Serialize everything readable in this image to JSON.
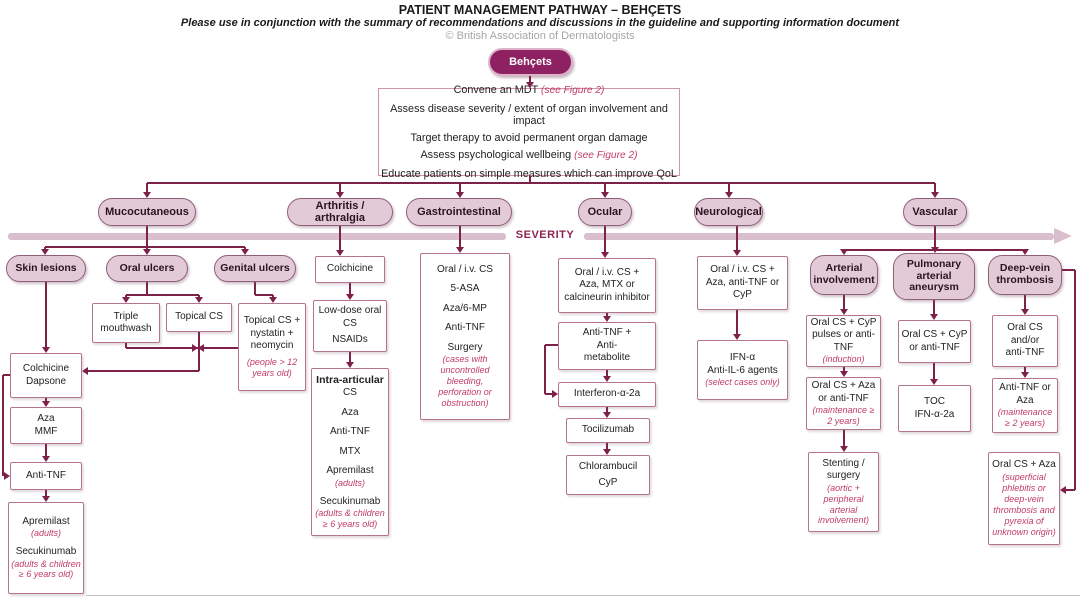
{
  "header": {
    "title": "PATIENT MANAGEMENT PATHWAY – BEHÇETS",
    "subtitle": "Please use in conjunction with the summary of recommendations and discussions in the guideline and supporting information document",
    "copyright": "© British Association of Dermatologists"
  },
  "root": {
    "label": "Behçets"
  },
  "mdt": {
    "line1": "Convene an MDT",
    "line1_note": "(see Figure 2)",
    "line2": "Assess disease severity / extent of organ involvement and impact",
    "line3": "Target therapy to avoid permanent organ damage",
    "line4": "Assess psychological wellbeing",
    "line4_note": "(see Figure 2)",
    "line5": "Educate patients on simple measures which can improve QoL"
  },
  "severity_label": "SEVERITY",
  "categories": {
    "mucocutaneous": "Mucocutaneous",
    "arthritis": "Arthritis / arthralgia",
    "gastrointestinal": "Gastrointestinal",
    "ocular": "Ocular",
    "neurological": "Neurological",
    "vascular": "Vascular"
  },
  "mucocutaneous": {
    "skin_pill": "Skin lesions",
    "oral_pill": "Oral ulcers",
    "genital_pill": "Genital ulcers",
    "triple_mouthwash": "Triple mouthwash",
    "topical_cs": "Topical CS",
    "topical_nystatin": "Topical CS + nystatin + neomycin",
    "topical_nystatin_note": "(people > 12 years old)",
    "colchicine": "Colchicine",
    "dapsone": "Dapsone",
    "aza": "Aza",
    "mmf": "MMF",
    "anti_tnf": "Anti-TNF",
    "apremilast": "Apremilast",
    "apremilast_note": "(adults)",
    "secukinumab": "Secukinumab",
    "secukinumab_note": "(adults & children ≥ 6 years old)"
  },
  "arthritis": {
    "colchicine": "Colchicine",
    "low_dose": "Low-dose oral CS",
    "nsaids": "NSAIDs",
    "intra_title": "Intra-articular",
    "intra_cs": "CS",
    "aza": "Aza",
    "anti_tnf": "Anti-TNF",
    "mtx": "MTX",
    "apremilast": "Apremilast",
    "apremilast_note": "(adults)",
    "secukinumab": "Secukinumab",
    "secukinumab_note": "(adults & children ≥ 6 years old)"
  },
  "gastrointestinal": {
    "item1": "Oral / i.v. CS",
    "item2": "5-ASA",
    "item3": "Aza/6-MP",
    "item4": "Anti-TNF",
    "item5": "Surgery",
    "note": "(cases with uncontrolled bleeding, perforation or obstruction)"
  },
  "ocular": {
    "step1": "Oral / i.v. CS + Aza, MTX or calcineurin inhibitor",
    "step2": "Anti-TNF + Anti-metabolite",
    "step3": "Interferon-α-2a",
    "step4": "Tocilizumab",
    "step5a": "Chlorambucil",
    "step5b": "CyP"
  },
  "neurological": {
    "step1": "Oral / i.v. CS + Aza, anti-TNF or CyP",
    "step2a": "IFN-α",
    "step2b": "Anti-IL-6 agents",
    "step2_note": "(select cases only)"
  },
  "vascular": {
    "arterial_pill": "Arterial involvement",
    "pulmonary_pill": "Pulmonary arterial aneurysm",
    "dvt_pill": "Deep-vein thrombosis",
    "arterial_step1": "Oral CS + CyP pulses or anti-TNF",
    "arterial_step1_note": "(induction)",
    "arterial_step2": "Oral CS + Aza or anti-TNF",
    "arterial_step2_note": "(maintenance ≥ 2 years)",
    "arterial_step3": "Stenting / surgery",
    "arterial_step3_note": "(aortic + peripheral arterial involvement)",
    "pulmonary_step1": "Oral CS + CyP or anti-TNF",
    "pulmonary_step2a": "TOC",
    "pulmonary_step2b": "IFN-α-2a",
    "dvt_step1": "Oral CS and/or anti-TNF",
    "dvt_step2": "Anti-TNF or Aza",
    "dvt_step2_note": "(maintenance ≥ 2 years)",
    "dvt_step3": "Oral CS + Aza",
    "dvt_step3_note": "(superficial phlebitis or deep-vein thrombosis and pyrexia of unknown origin)"
  },
  "colors": {
    "root_pill_fill": "#8e2162",
    "category_pill_fill": "#e3cad7",
    "connector_line": "#7d2148",
    "note_text": "#c13a6c",
    "severity_bar": "#d9bfce"
  }
}
